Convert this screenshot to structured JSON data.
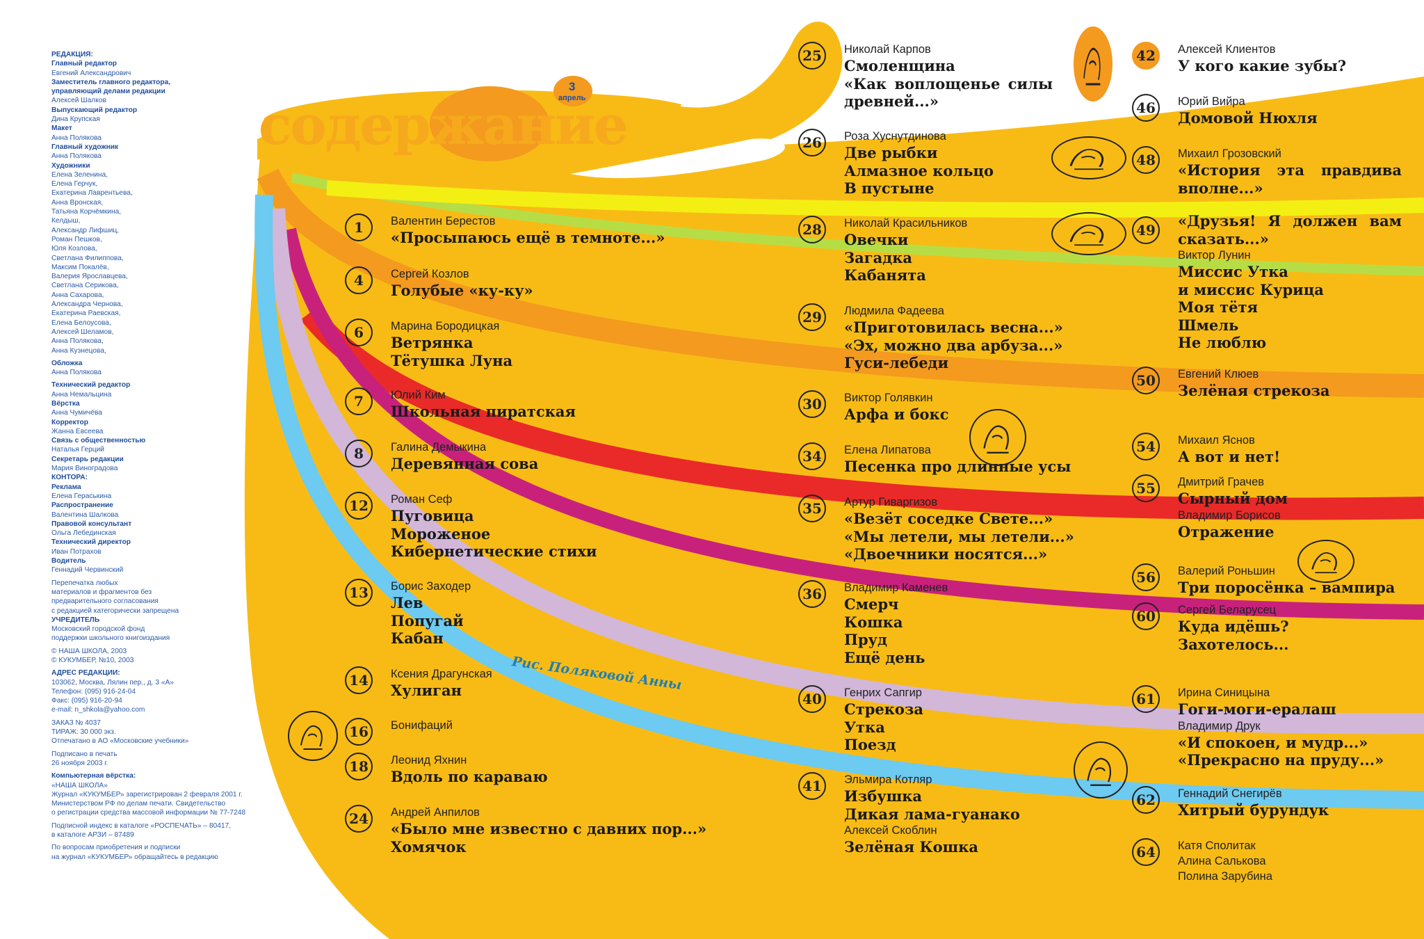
{
  "title": "содержание",
  "issue_badge": {
    "number": "3",
    "month": "апрель"
  },
  "illustration_credit": "Рис. Поляковой Анны",
  "colors": {
    "base": "#f8bb16",
    "green": "#b7dd46",
    "yellow": "#f4ef13",
    "orange": "#f39a1f",
    "red": "#e92a28",
    "magenta": "#c8217c",
    "lilac": "#d2b7d8",
    "sky": "#6dcaf0",
    "ink_blue": "#1f4d9b"
  },
  "imprint": [
    {
      "t": "РЕДАКЦИЯ:",
      "h": true
    },
    {
      "t": "Главный редактор",
      "h": true
    },
    {
      "t": "Евгений Александрович"
    },
    {
      "t": "Заместитель главного редактора,",
      "h": true
    },
    {
      "t": "управляющий делами редакции",
      "h": true
    },
    {
      "t": "Алексей Шалков"
    },
    {
      "t": "Выпускающий редактор",
      "h": true
    },
    {
      "t": "Дина Крупская"
    },
    {
      "t": "Макет",
      "h": true
    },
    {
      "t": "Анна Полякова"
    },
    {
      "t": "Главный художник",
      "h": true
    },
    {
      "t": "Анна Полякова"
    },
    {
      "t": "Художники",
      "h": true
    },
    {
      "t": "Елена Зеленина,"
    },
    {
      "t": "Елена Герчук,"
    },
    {
      "t": "Екатерина Лаврентьева,"
    },
    {
      "t": "Анна Вронская,"
    },
    {
      "t": "Татьяна Корчёмкина,"
    },
    {
      "t": "Келдыш,"
    },
    {
      "t": "Александр Лифшиц,"
    },
    {
      "t": "Роман Пешков,"
    },
    {
      "t": "Юля Козлова,"
    },
    {
      "t": "Светлана Филиппова,"
    },
    {
      "t": "Максим Покалёв,"
    },
    {
      "t": "Валерия Ярославцева,"
    },
    {
      "t": "Светлана Серикова,"
    },
    {
      "t": "Анна Сахарова,"
    },
    {
      "t": "Александра Чернова,"
    },
    {
      "t": "Екатерина Раевская,"
    },
    {
      "t": "Елена Белоусова,"
    },
    {
      "t": "Алексей Шеламов,"
    },
    {
      "t": "Анна Полякова,"
    },
    {
      "t": "Анна Кузнецова,"
    },
    {
      "t": "",
      "gap": true
    },
    {
      "t": "Обложка",
      "h": true
    },
    {
      "t": "Анна Полякова"
    },
    {
      "t": "",
      "gap": true
    },
    {
      "t": "Технический редактор",
      "h": true
    },
    {
      "t": "Анна Немальцина"
    },
    {
      "t": "Вёрстка",
      "h": true
    },
    {
      "t": "Анна Чумичёва"
    },
    {
      "t": "Корректор",
      "h": true
    },
    {
      "t": "Жанна Евсеева"
    },
    {
      "t": "Связь с общественностью",
      "h": true
    },
    {
      "t": "Наталья Герций"
    },
    {
      "t": "Секретарь редакции",
      "h": true
    },
    {
      "t": "Мария Виноградова"
    },
    {
      "t": "КОНТОРА:",
      "h": true
    },
    {
      "t": "Реклама",
      "h": true
    },
    {
      "t": "Елена Гераськина"
    },
    {
      "t": "Распространение",
      "h": true
    },
    {
      "t": "Валентина Шалкова"
    },
    {
      "t": "Правовой консультант",
      "h": true
    },
    {
      "t": "Ольга Лебединская"
    },
    {
      "t": "Технический директор",
      "h": true
    },
    {
      "t": "Иван Потрахов"
    },
    {
      "t": "Водитель",
      "h": true
    },
    {
      "t": "Геннадий Червинский"
    },
    {
      "t": "",
      "gap": true
    },
    {
      "t": "Перепечатка любых"
    },
    {
      "t": "материалов и фрагментов без"
    },
    {
      "t": "предварительного согласования"
    },
    {
      "t": "с редакцией категорически запрещена"
    },
    {
      "t": "УЧРЕДИТЕЛЬ",
      "h": true
    },
    {
      "t": "Московский городской фонд"
    },
    {
      "t": "поддержки школьного книгоиздания"
    },
    {
      "t": "",
      "gap": true
    },
    {
      "t": "© НАША ШКОЛА, 2003"
    },
    {
      "t": "© КУКУМБЕР, №10, 2003"
    },
    {
      "t": "",
      "gap": true
    },
    {
      "t": "АДРЕС РЕДАКЦИИ:",
      "h": true
    },
    {
      "t": "103062, Москва, Лялин пер., д. 3 «А»"
    },
    {
      "t": "Телефон: (095) 916-24-04"
    },
    {
      "t": "Факс: (095) 916-20-94"
    },
    {
      "t": "e-mail: n_shkola@yahoo.com"
    },
    {
      "t": "",
      "gap": true
    },
    {
      "t": "ЗАКАЗ № 4037"
    },
    {
      "t": "ТИРАЖ: 30 000 экз."
    },
    {
      "t": "Отпечатано в АО «Московские учебники»"
    },
    {
      "t": "",
      "gap": true
    },
    {
      "t": "Подписано в печать"
    },
    {
      "t": "26 ноября 2003 г."
    },
    {
      "t": "",
      "gap": true
    },
    {
      "t": "Компьютерная вёрстка:",
      "h": true
    },
    {
      "t": "«НАША ШКОЛА»"
    },
    {
      "t": "Журнал «КУКУМБЕР» зарегистрирован 2 февраля 2001 г."
    },
    {
      "t": "Министерством РФ по делам печати. Свидетельство"
    },
    {
      "t": "о регистрации средства массовой информации № 77-7248"
    },
    {
      "t": "",
      "gap": true
    },
    {
      "t": "Подписной индекс в каталоге «РОСПЕЧАТЬ» – 80417,"
    },
    {
      "t": "в каталоге АРЗИ – 87489"
    },
    {
      "t": "",
      "gap": true
    },
    {
      "t": "По вопросам приобретения и подписки"
    },
    {
      "t": "на журнал «КУКУМБЕР» обращайтесь в редакцию"
    }
  ],
  "entries": [
    {
      "page": "1",
      "items": [
        {
          "a": "Валентин Берестов"
        },
        {
          "w": "«Просыпаюсь ещё в темноте...»"
        }
      ]
    },
    {
      "page": "4",
      "items": [
        {
          "a": "Сергей Козлов"
        },
        {
          "w": "Голубые «ку-ку»"
        }
      ]
    },
    {
      "page": "6",
      "items": [
        {
          "a": "Марина Бородицкая"
        },
        {
          "w": "Ветрянка"
        },
        {
          "w": "Тётушка Луна"
        }
      ]
    },
    {
      "page": "7",
      "items": [
        {
          "a": "Юлий Ким"
        },
        {
          "w": "Школьная пиратская"
        }
      ]
    },
    {
      "page": "8",
      "items": [
        {
          "a": "Галина Демыкина"
        },
        {
          "w": "Деревянная сова"
        }
      ]
    },
    {
      "page": "12",
      "items": [
        {
          "a": "Роман Сеф"
        },
        {
          "w": "Пуговица"
        },
        {
          "w": "Мороженое"
        },
        {
          "w": "Кибернетические стихи"
        }
      ]
    },
    {
      "page": "13",
      "items": [
        {
          "a": "Борис Заходер"
        },
        {
          "w": "Лев"
        },
        {
          "w": "Попугай"
        },
        {
          "w": "Кабан"
        }
      ]
    },
    {
      "page": "14",
      "items": [
        {
          "a": "Ксения Драгунская"
        },
        {
          "w": "Хулиган"
        }
      ]
    },
    {
      "page": "16",
      "items": [
        {
          "a": "Бонифаций"
        }
      ]
    },
    {
      "page": "18",
      "items": [
        {
          "a": "Леонид Яхнин"
        },
        {
          "w": "Вдоль по караваю"
        }
      ]
    },
    {
      "page": "24",
      "items": [
        {
          "a": "Андрей Анпилов"
        },
        {
          "w": "«Было мне известно с давних пор...»",
          "j": true
        },
        {
          "w": "Хомячок"
        }
      ]
    },
    {
      "page": "25",
      "items": [
        {
          "a": "Николай Карпов"
        },
        {
          "w": "Смоленщина"
        },
        {
          "w": "«Как воплощенье силы древней...»",
          "j": true
        }
      ]
    },
    {
      "page": "26",
      "items": [
        {
          "a": "Роза Хуснутдинова"
        },
        {
          "w": "Две рыбки"
        },
        {
          "w": "Алмазное кольцо"
        },
        {
          "w": "В пустыне"
        }
      ]
    },
    {
      "page": "28",
      "items": [
        {
          "a": "Николай Красильников"
        },
        {
          "w": "Овечки"
        },
        {
          "w": "Загадка"
        },
        {
          "w": "Кабанята"
        }
      ]
    },
    {
      "page": "29",
      "items": [
        {
          "a": "Людмила Фадеева"
        },
        {
          "w": "«Приготовилась весна...»"
        },
        {
          "w": "«Эх, можно два арбуза...»"
        },
        {
          "w": "Гуси-лебеди"
        }
      ]
    },
    {
      "page": "30",
      "items": [
        {
          "a": "Виктор Голявкин"
        },
        {
          "w": "Арфа и бокс"
        }
      ]
    },
    {
      "page": "34",
      "items": [
        {
          "a": "Елена Липатова"
        },
        {
          "w": "Песенка про длинные усы"
        }
      ]
    },
    {
      "page": "35",
      "items": [
        {
          "a": "Артур Гиваргизов"
        },
        {
          "w": "«Везёт соседке Свете...»"
        },
        {
          "w": "«Мы летели, мы летели...»"
        },
        {
          "w": "«Двоечники носятся...»"
        }
      ]
    },
    {
      "page": "36",
      "items": [
        {
          "a": "Владимир Каменев"
        },
        {
          "w": "Смерч"
        },
        {
          "w": "Кошка"
        },
        {
          "w": "Пруд"
        },
        {
          "w": "Ещё день"
        }
      ]
    },
    {
      "page": "40",
      "items": [
        {
          "a": "Генрих Сапгир"
        },
        {
          "w": "Стрекоза"
        },
        {
          "w": "Утка"
        },
        {
          "w": "Поезд"
        }
      ]
    },
    {
      "page": "41",
      "items": [
        {
          "a": "Эльмира Котляр"
        },
        {
          "w": "Избушка"
        },
        {
          "w": "Дикая лама-гуанако"
        },
        {
          "a": "Алексей Скоблин"
        },
        {
          "w": "Зелёная Кошка"
        }
      ]
    },
    {
      "page": "42",
      "items": [
        {
          "a": "Алексей Клиентов"
        },
        {
          "w": "У кого какие зубы?"
        }
      ]
    },
    {
      "page": "46",
      "items": [
        {
          "a": "Юрий Вийра"
        },
        {
          "w": "Домовой Нюхля"
        }
      ]
    },
    {
      "page": "48",
      "items": [
        {
          "a": "Михаил Грозовский"
        },
        {
          "w": "«История эта правдива вполне...»",
          "j": true
        }
      ]
    },
    {
      "page": "49",
      "items": [
        {
          "w": "«Друзья! Я должен вам сказать...»",
          "j": true
        },
        {
          "a": "Виктор Лунин"
        },
        {
          "w": "Миссис Утка"
        },
        {
          "w": "и миссис Курица"
        },
        {
          "w": "Моя тётя"
        },
        {
          "w": "Шмель"
        },
        {
          "w": "Не люблю"
        }
      ]
    },
    {
      "page": "50",
      "items": [
        {
          "a": "Евгений Клюев"
        },
        {
          "w": "Зелёная стрекоза"
        }
      ]
    },
    {
      "page": "54",
      "items": [
        {
          "a": "Михаил Яснов"
        },
        {
          "w": "А вот и нет!"
        }
      ]
    },
    {
      "page": "55",
      "items": [
        {
          "a": "Дмитрий Грачев"
        },
        {
          "w": "Сырный дом"
        },
        {
          "a": "Владимир Борисов"
        },
        {
          "w": "Отражение"
        }
      ]
    },
    {
      "page": "56",
      "items": [
        {
          "a": "Валерий Роньшин"
        },
        {
          "w": "Три поросёнка – вампира"
        }
      ]
    },
    {
      "page": "60",
      "items": [
        {
          "a": "Сергей Беларусец"
        },
        {
          "w": "Куда идёшь?"
        },
        {
          "w": "Захотелось..."
        }
      ]
    },
    {
      "page": "61",
      "items": [
        {
          "a": "Ирина Синицына"
        },
        {
          "w": "Гоги-моги-ералаш"
        },
        {
          "a": "Владимир Друк"
        },
        {
          "w": "«И спокоен, и мудр...»"
        },
        {
          "w": "«Прекрасно на пруду...»"
        }
      ]
    },
    {
      "page": "62",
      "items": [
        {
          "a": "Геннадий Снегирёв"
        },
        {
          "w": "Хитрый бурундук"
        }
      ]
    },
    {
      "page": "64",
      "items": [
        {
          "a": "Катя Сполитак"
        },
        {
          "a": "Алина Салькова"
        },
        {
          "a": "Полина Зарубина"
        }
      ]
    }
  ],
  "vignettes": [
    {
      "name": "gnome-vignette"
    },
    {
      "name": "fish-vignette"
    },
    {
      "name": "sheep-vignette"
    },
    {
      "name": "dragonfly-vignette"
    },
    {
      "name": "bird-vignette"
    },
    {
      "name": "thinker-vignette"
    },
    {
      "name": "duck-vignette"
    },
    {
      "name": "cat-vignette"
    }
  ]
}
